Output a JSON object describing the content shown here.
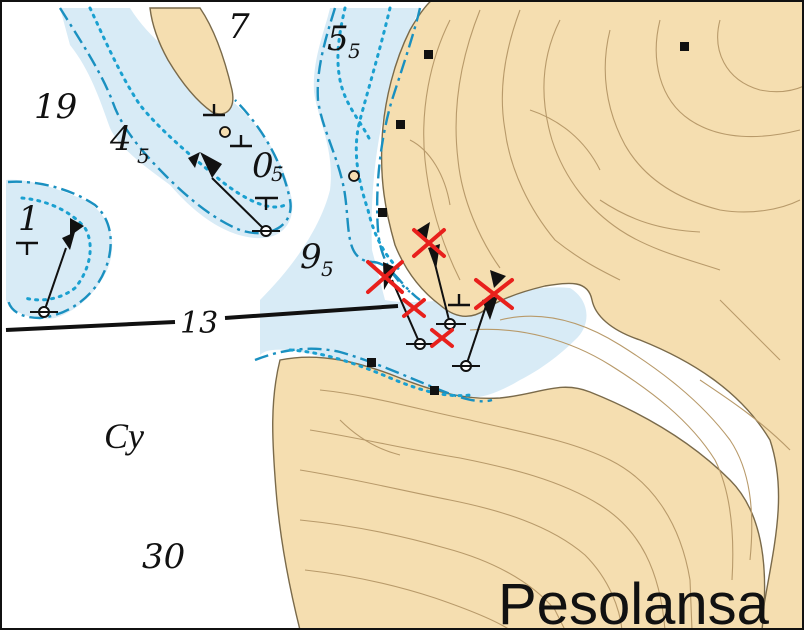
{
  "chart_title": "",
  "colors": {
    "land": "#f5deb0",
    "shallow_water": "#d8ebf6",
    "deep_water": "#ffffff",
    "contour": "#b89a6a",
    "depth_line": "#1aa0d0",
    "danger_cross": "#e8201c",
    "route_line": "#111111"
  },
  "soundings": [
    {
      "id": "s19",
      "main": "19",
      "sub": ""
    },
    {
      "id": "s4",
      "main": "4",
      "sub": "5"
    },
    {
      "id": "s0",
      "main": "0",
      "sub": "5"
    },
    {
      "id": "s5",
      "main": "5",
      "sub": "5"
    },
    {
      "id": "s9",
      "main": "9",
      "sub": "5"
    },
    {
      "id": "s1",
      "main": "1",
      "sub": ""
    },
    {
      "id": "s7",
      "main": "7",
      "sub": ""
    },
    {
      "id": "s30",
      "main": "30",
      "sub": ""
    }
  ],
  "seabed_label": "Cy",
  "route_depth": "13",
  "place_name": "Pesolansa",
  "icons": [
    "building-icon",
    "rock-icon",
    "beacon-icon",
    "danger-cross-icon",
    "leading-line-icon"
  ]
}
